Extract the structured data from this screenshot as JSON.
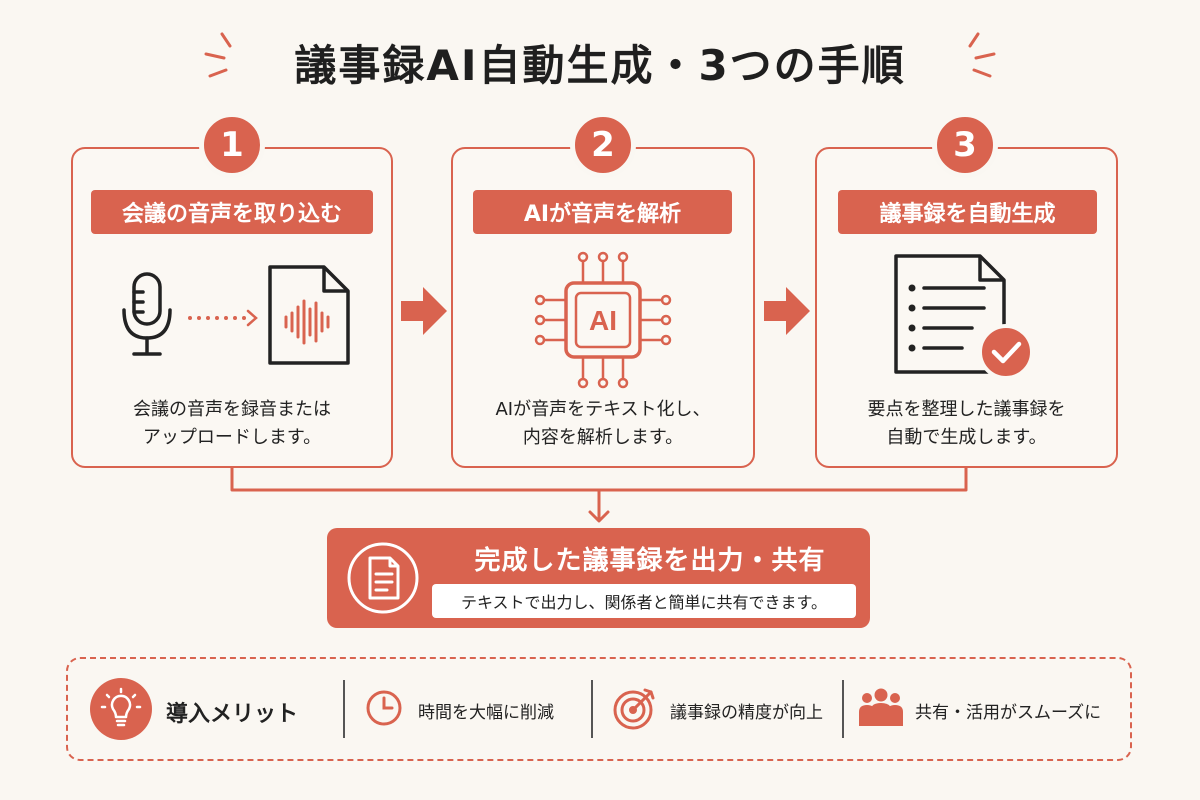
{
  "title": "議事録AI自動生成・3つの手順",
  "colors": {
    "accent": "#d9634f",
    "background": "#faf7f2",
    "text": "#222222"
  },
  "steps": [
    {
      "number": "1",
      "label": "会議の音声を取り込む",
      "description_lines": [
        "会議の音声を録音または",
        "アップロードします。"
      ],
      "icons": [
        "microphone-icon",
        "audio-file-icon"
      ]
    },
    {
      "number": "2",
      "label": "AIが音声を解析",
      "description_lines": [
        "AIが音声をテキスト化し、",
        "内容を解析します。"
      ],
      "chip_text": "AI",
      "icons": [
        "ai-chip-icon"
      ]
    },
    {
      "number": "3",
      "label": "議事録を自動生成",
      "description_lines": [
        "要点を整理した議事録を",
        "自動で生成します。"
      ],
      "icons": [
        "document-check-icon"
      ]
    }
  ],
  "output": {
    "title": "完成した議事録を出力・共有",
    "subtitle": "テキストで出力し、関係者と簡単に共有できます。",
    "icon": "document-icon"
  },
  "merits": {
    "heading": "導入メリット",
    "heading_icon": "lightbulb-icon",
    "items": [
      {
        "label": "時間を大幅に削減",
        "icon": "clock-icon"
      },
      {
        "label": "議事録の精度が向上",
        "icon": "target-icon"
      },
      {
        "label": "共有・活用がスムーズに",
        "icon": "people-icon"
      }
    ]
  }
}
